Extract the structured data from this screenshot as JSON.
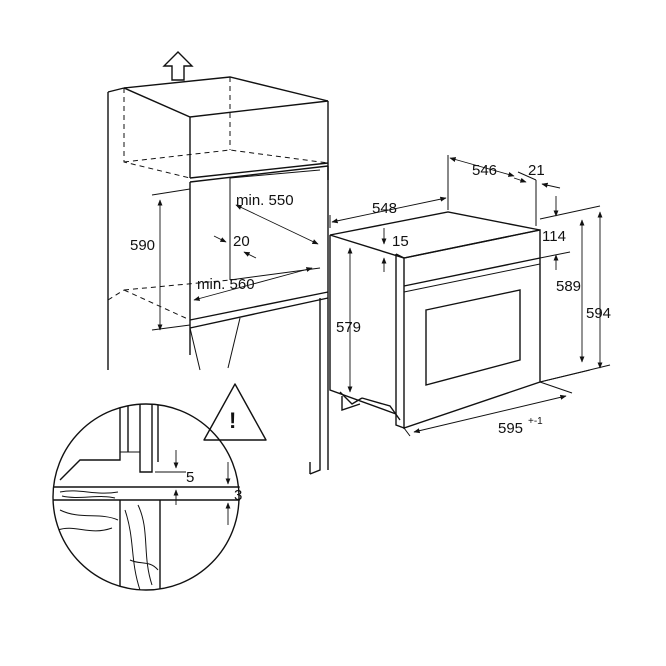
{
  "dimensions": {
    "niche_height": "590",
    "niche_width_min": "min. 550",
    "niche_depth_min": "min. 560",
    "niche_offset": "20",
    "oven_depth": "548",
    "oven_body_depth": "546",
    "oven_front_thickness": "21",
    "oven_top_gap": "15",
    "oven_control_panel": "114",
    "oven_height_body": "589",
    "oven_height_total": "594",
    "oven_side_height": "579",
    "oven_width": "595",
    "oven_width_tolerance": "+-1",
    "detail_gap_a": "5",
    "detail_gap_b": "3"
  },
  "symbols": {
    "warning": "!"
  },
  "icons": [
    "up-arrow-icon",
    "warning-triangle-icon",
    "dimension-arrow-icon"
  ]
}
